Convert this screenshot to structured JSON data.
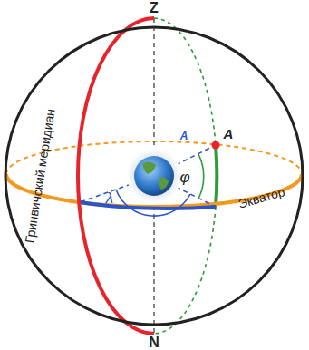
{
  "diagram": {
    "labels": [
      "Z",
      "Гринвичский меридиан",
      "A",
      "A",
      "λ",
      "φ",
      "Экватор",
      "N"
    ]
  }
}
